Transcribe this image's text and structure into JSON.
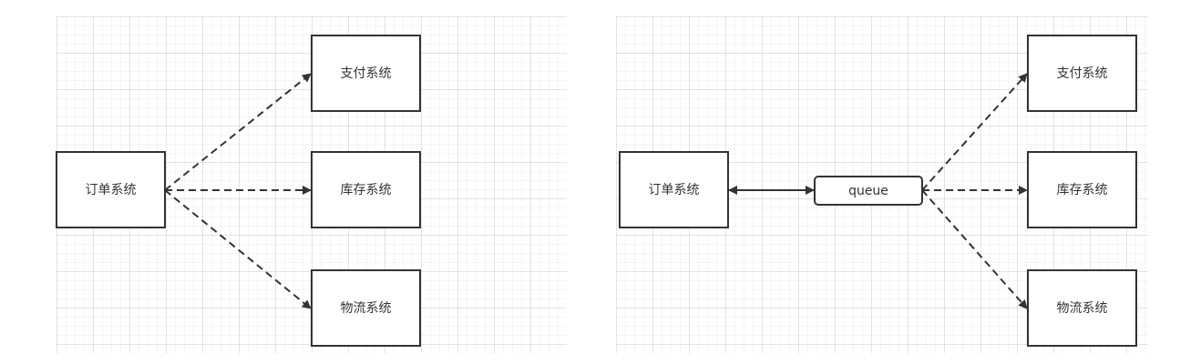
{
  "colors": {
    "stroke": "#333333",
    "node_fill": "#ffffff",
    "grid": "#e6e6e6"
  },
  "left_diagram": {
    "source": "订单系统",
    "targets": [
      "支付系统",
      "库存系统",
      "物流系统"
    ]
  },
  "right_diagram": {
    "source": "订单系统",
    "queue": "queue",
    "targets": [
      "支付系统",
      "库存系统",
      "物流系统"
    ]
  }
}
